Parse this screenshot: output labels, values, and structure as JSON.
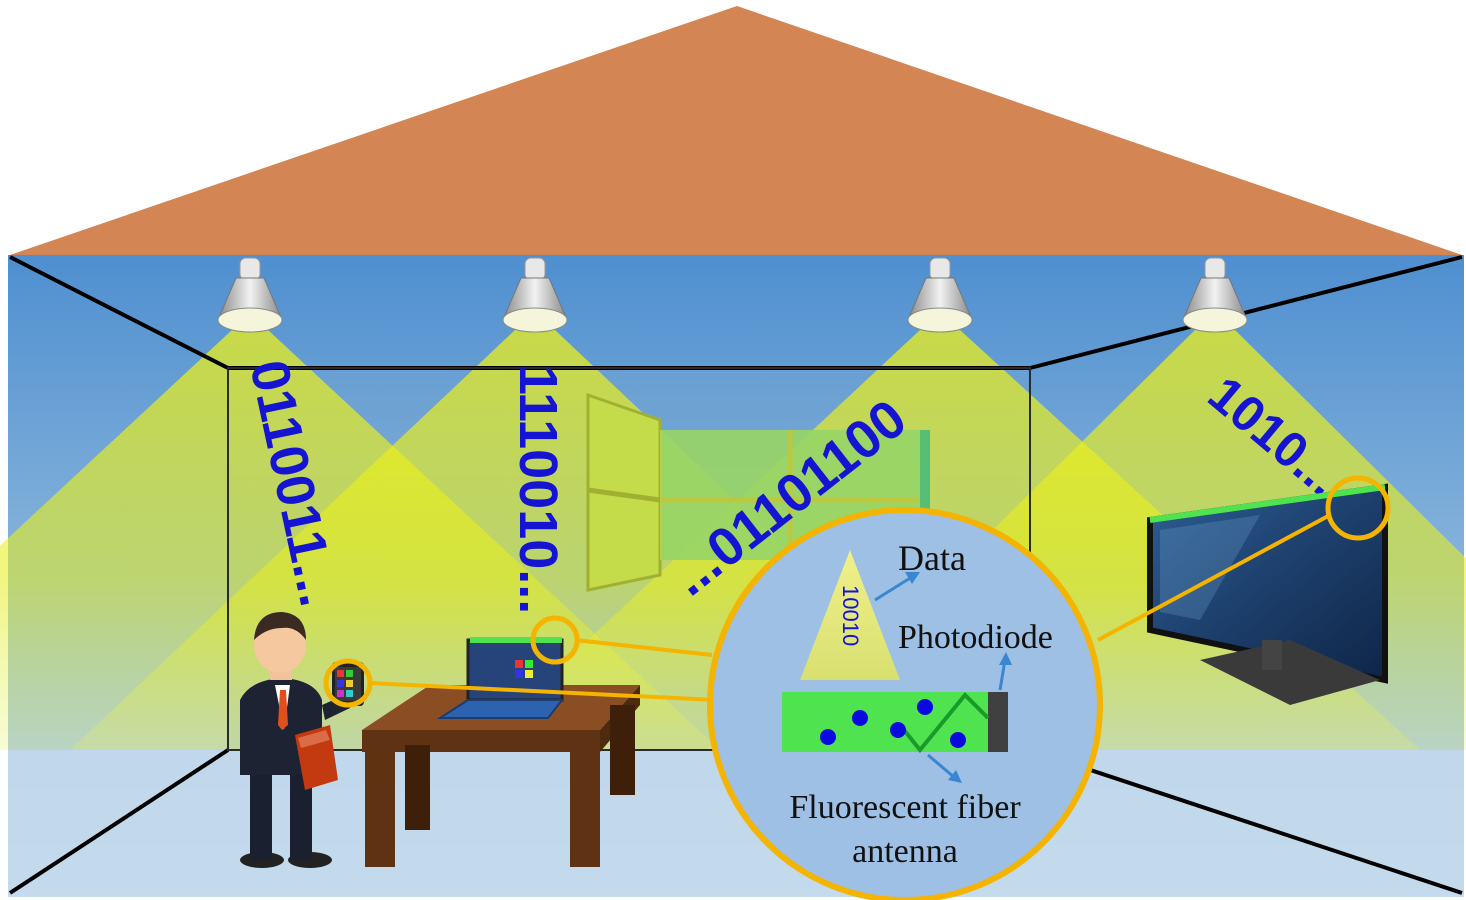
{
  "scene": {
    "colors": {
      "roof": "#d38554",
      "wall_top": "#5b9bd5",
      "wall_bottom": "#c3d9ec",
      "light_beam": "#f2f20c",
      "bits": "#1414d2",
      "highlight_ring": "#f4b400",
      "fiber_green": "#4fe34f",
      "fiber_dots": "#0a0ae0"
    },
    "bit_streams": [
      {
        "id": "lamp-1",
        "text": "0110011..."
      },
      {
        "id": "lamp-2",
        "text": "1110010..."
      },
      {
        "id": "lamp-3",
        "text": "...01101100"
      },
      {
        "id": "lamp-4",
        "text": "1010..."
      }
    ],
    "zoom": {
      "beam_bits": "10010",
      "data_label": "Data",
      "photodiode_label": "Photodiode",
      "fiber_label_line1": "Fluorescent fiber",
      "fiber_label_line2": "antenna"
    },
    "devices": [
      "smartphone-icon",
      "laptop-icon",
      "tv-icon"
    ],
    "objects": [
      "ceiling-lamp-icon",
      "window-icon",
      "table-icon",
      "person-icon",
      "book-icon"
    ]
  }
}
